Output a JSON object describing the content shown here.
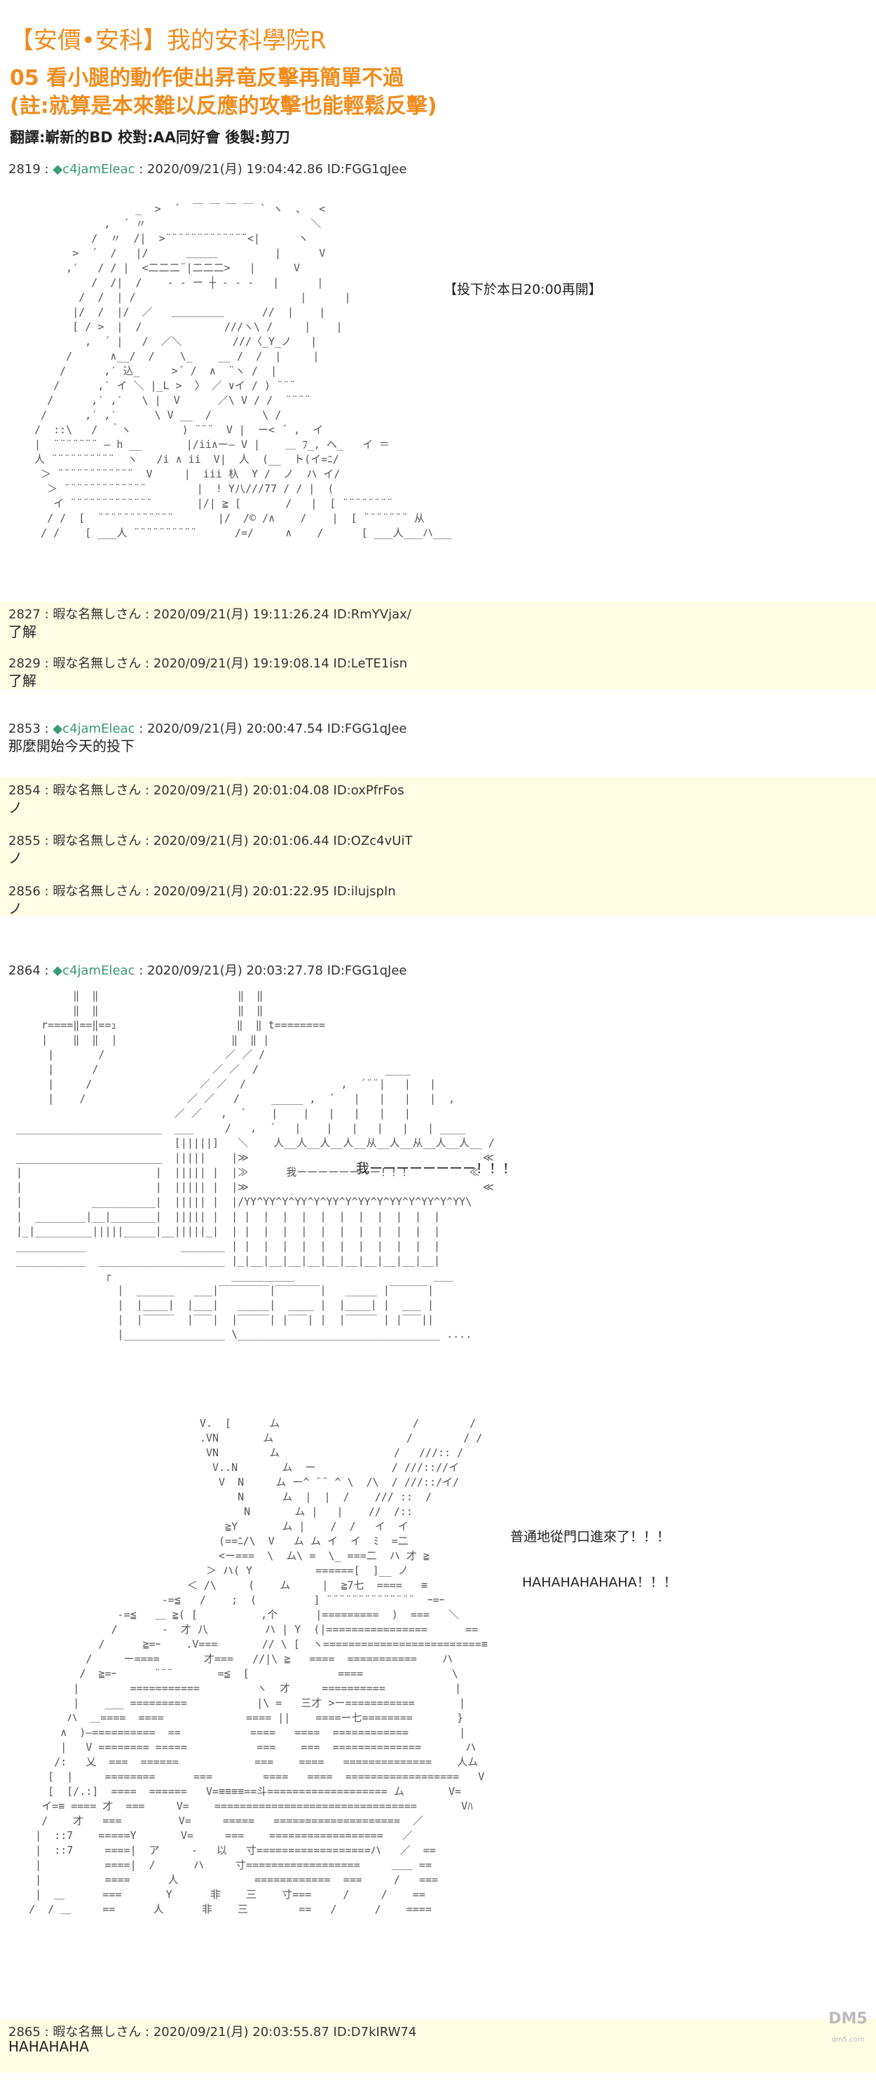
{
  "header": {
    "title": "【安價•安科】我的安科學院R",
    "subtitle_line1": "05 看小腿的動作使出昇竜反擊再簡單不過",
    "subtitle_line2": "(註:就算是本來難以反應的攻擊也能輕鬆反擊)",
    "credits": "翻譯:嶄新的BD 校對:AA同好會 後製:剪刀"
  },
  "colors": {
    "accent": "#f08c1c",
    "author": "#3a9a72",
    "band": "#fffde4"
  },
  "posts": [
    {
      "number": "2819",
      "sep": " : ",
      "author": "c4jamEleac",
      "meta": " : 2020/09/21(月) 19:04:42.86 ID:FGG1qJee",
      "body": "",
      "type": "op"
    },
    {
      "number": "2827",
      "sep": " : ",
      "author": "暇な名無しさん",
      "meta": " : 2020/09/21(月) 19:11:26.24 ID:RmYVjax/",
      "body": "了解",
      "type": "reply"
    },
    {
      "number": "2829",
      "sep": " : ",
      "author": "暇な名無しさん",
      "meta": " : 2020/09/21(月) 19:19:08.14 ID:LeTE1isn",
      "body": "了解",
      "type": "reply"
    },
    {
      "number": "2853",
      "sep": " : ",
      "author": "c4jamEleac",
      "meta": " : 2020/09/21(月) 20:00:47.54 ID:FGG1qJee",
      "body": "那麼開始今天的投下",
      "type": "op"
    },
    {
      "number": "2854",
      "sep": " : ",
      "author": "暇な名無しさん",
      "meta": " : 2020/09/21(月) 20:01:04.08 ID:oxPfrFos",
      "body": "ノ",
      "type": "reply"
    },
    {
      "number": "2855",
      "sep": " : ",
      "author": "暇な名無しさん",
      "meta": " : 2020/09/21(月) 20:01:06.44 ID:OZc4vUiT",
      "body": "ノ",
      "type": "reply"
    },
    {
      "number": "2856",
      "sep": " : ",
      "author": "暇な名無しさん",
      "meta": " : 2020/09/21(月) 20:01:22.95 ID:ilujspIn",
      "body": "ノ",
      "type": "reply"
    },
    {
      "number": "2864",
      "sep": " : ",
      "author": "c4jamEleac",
      "meta": " : 2020/09/21(月) 20:03:27.78 ID:FGG1qJee",
      "body": "",
      "type": "op"
    },
    {
      "number": "2865",
      "sep": " : ",
      "author": "暇な名無しさん",
      "meta": " : 2020/09/21(月) 20:03:55.87 ID:D7kIRW74",
      "body": "HAHAHAHA",
      "type": "reply"
    }
  ],
  "aa_notes": {
    "note1": "【投下於本日20:00再開】",
    "note2": "我ーーーーーーーー！！！",
    "note3": "普通地從門口進來了！！！",
    "note4": "HAHAHAHAHAHA！！！"
  },
  "icons": {
    "author_marker": "diamond-icon",
    "watermark": "dm5-logo-icon"
  },
  "watermark": {
    "text": "DM5",
    "subtext": "dm5.com"
  }
}
